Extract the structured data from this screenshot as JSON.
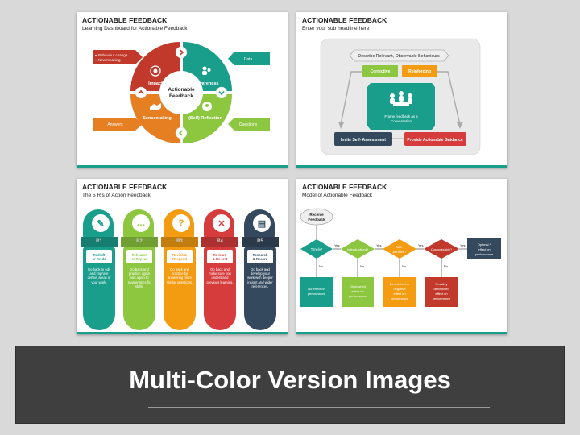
{
  "banner": {
    "title": "Multi-Color Version Images"
  },
  "slides": {
    "s1": {
      "title": "ACTIONABLE FEEDBACK",
      "subtitle": "Learning Dashboard for Actionable Feedback",
      "center": [
        "Actionable",
        "Feedback"
      ],
      "quadrants": [
        "Impact",
        "Awareness",
        "Sensemaking",
        "(Self) Reflection"
      ],
      "callouts": {
        "left_top": [
          "Behaviour change",
          "New meaning"
        ],
        "right_top": "Data",
        "left_bottom": "Answers",
        "right_bottom": "Questions"
      },
      "icons": [
        "chevron-right-icon",
        "chevron-up-icon",
        "chevron-down-icon",
        "chevron-left-icon",
        "target-icon",
        "people-icon",
        "handshake-icon",
        "thinking-head-icon"
      ],
      "colors": {
        "teal": "#1a9e8c",
        "red": "#c0392b",
        "orange": "#e67e22",
        "green": "#8dc63f"
      }
    },
    "s2": {
      "title": "ACTIONABLE FEEDBACK",
      "subtitle": "Enter your sub headline here",
      "top_banner": "Describe Relevant, Observable Behaviours",
      "corrective": "Corrective",
      "reinforcing": "Reinforcing",
      "center": [
        "Frame feedback as a",
        "Conversation"
      ],
      "invite": "Invite Self- Assessment",
      "guidance": "Provide Actionable Guidance",
      "icons": [
        "meeting-people-icon"
      ]
    },
    "s3": {
      "title": "ACTIONABLE FEEDBACK",
      "subtitle": "The 5 R’s of Action Feedback",
      "cards": [
        {
          "label": "R1",
          "icon": "pencil-icon",
          "glyph": "✎",
          "box": [
            "Redraft",
            "or Re-do"
          ],
          "desc": [
            "Go back to edit",
            "and improve",
            "certain areas of",
            "your work."
          ],
          "color": "#1a9e8c"
        },
        {
          "label": "R2",
          "icon": "chat-icon",
          "glyph": "…",
          "box": [
            "Rehearse",
            "or Repeat"
          ],
          "desc": [
            "Go back and",
            "practice again",
            "and again to",
            "master specific",
            "skills."
          ],
          "color": "#8dc63f"
        },
        {
          "label": "R3",
          "icon": "question-icon",
          "glyph": "?",
          "box": [
            "Revisit &",
            "Respond"
          ],
          "desc": [
            "Go back and",
            "practice by",
            "answering more",
            "similar questions."
          ],
          "color": "#f39c12"
        },
        {
          "label": "R4",
          "icon": "close-icon",
          "glyph": "✕",
          "box": [
            "Re-learn",
            "& Re-test"
          ],
          "desc": [
            "Go back and",
            "make sure you",
            "understand",
            "previous learning."
          ],
          "color": "#d63c3c"
        },
        {
          "label": "R5",
          "icon": "book-icon",
          "glyph": "▤",
          "box": [
            "Research",
            "& Record"
          ],
          "desc": [
            "Go back and",
            "develop your",
            "work with deeper",
            "insight and wider",
            "references."
          ],
          "color": "#34495e"
        }
      ]
    },
    "s4": {
      "title": "ACTIONABLE FEEDBACK",
      "subtitle": "Model of Actionable Feedback",
      "start": [
        "Receive",
        "Feedback"
      ],
      "diamonds": [
        "Timely?",
        "Individualized?",
        [
          "Non-",
          "punitive?"
        ],
        "Customizable?"
      ],
      "yes": "Yes",
      "no": "No",
      "end": [
        "Optimal *",
        "effect on",
        "performance"
      ],
      "outcomes": [
        [
          "No effect on",
          "performance"
        ],
        [
          "Diminished",
          "effect on",
          "performance"
        ],
        [
          "Diminished or",
          "negative",
          "effect on",
          "performance"
        ],
        [
          "Possibly",
          "diminished",
          "effect on",
          "performance"
        ]
      ],
      "colors": {
        "teal": "#1a9e8c",
        "green": "#8dc63f",
        "orange": "#f39c12",
        "red": "#c0392b",
        "navy": "#34495e"
      }
    }
  }
}
